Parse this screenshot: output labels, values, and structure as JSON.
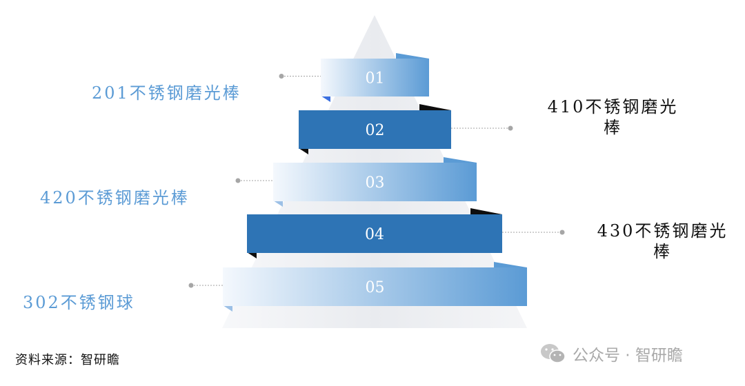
{
  "tiers": [
    {
      "num": "01",
      "label": "201不锈钢磨光棒",
      "side": "left"
    },
    {
      "num": "02",
      "label": "410不锈钢磨光棒",
      "side": "right"
    },
    {
      "num": "03",
      "label": "420不锈钢磨光棒",
      "side": "left"
    },
    {
      "num": "04",
      "label": "430不锈钢磨光棒",
      "side": "right"
    },
    {
      "num": "05",
      "label": "302不锈钢球",
      "side": "left"
    }
  ],
  "source": "资料来源：智研瞻",
  "watermark": "公众号 · 智研瞻",
  "colors": {
    "dark_band": "#2e74b5",
    "light_band_from": "#f4f8fd",
    "light_band_to": "#5b9bd5",
    "left_label": "#5b9bd5",
    "right_label": "#111111",
    "pyramid": "#eef0f3"
  }
}
